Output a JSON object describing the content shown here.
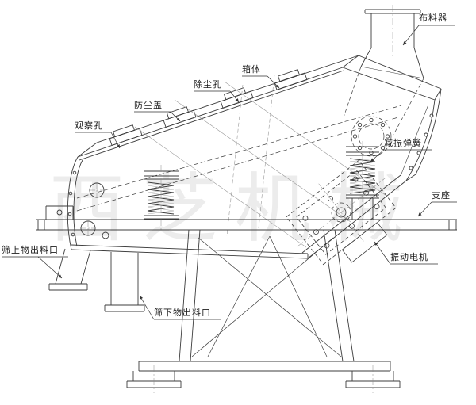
{
  "watermark": "西芝机械",
  "labels": {
    "feeder": "布料器",
    "box_body": "箱体",
    "dust_hole": "除尘孔",
    "dust_cover": "防尘盖",
    "observation_hole": "观察孔",
    "damping_spring": "减振弹簧",
    "support_base": "支座",
    "vibration_motor": "振动电机",
    "oversize_outlet": "筛上物出料口",
    "undersize_outlet": "筛下物出料口"
  }
}
